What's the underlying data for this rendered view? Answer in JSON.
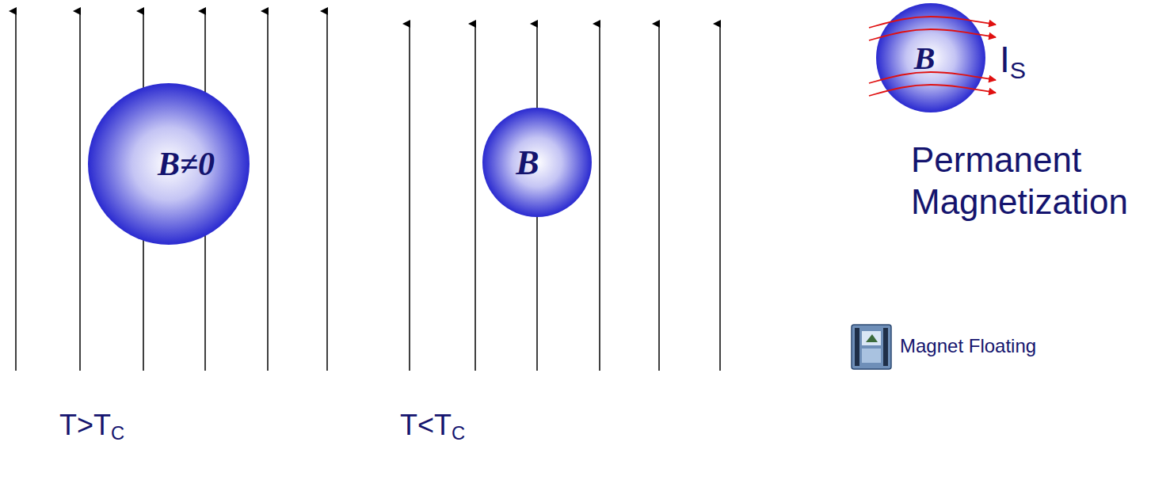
{
  "diagram": {
    "nodes": [
      {
        "text": [
          "B≠0"
        ]
      },
      {
        "text": [
          "B"
        ]
      },
      {
        "text": [
          "B"
        ]
      }
    ],
    "labels": [
      "IS",
      "Permanent Magnetization",
      "Magnet Floating",
      "T>TC",
      "T<TC"
    ]
  }
}
